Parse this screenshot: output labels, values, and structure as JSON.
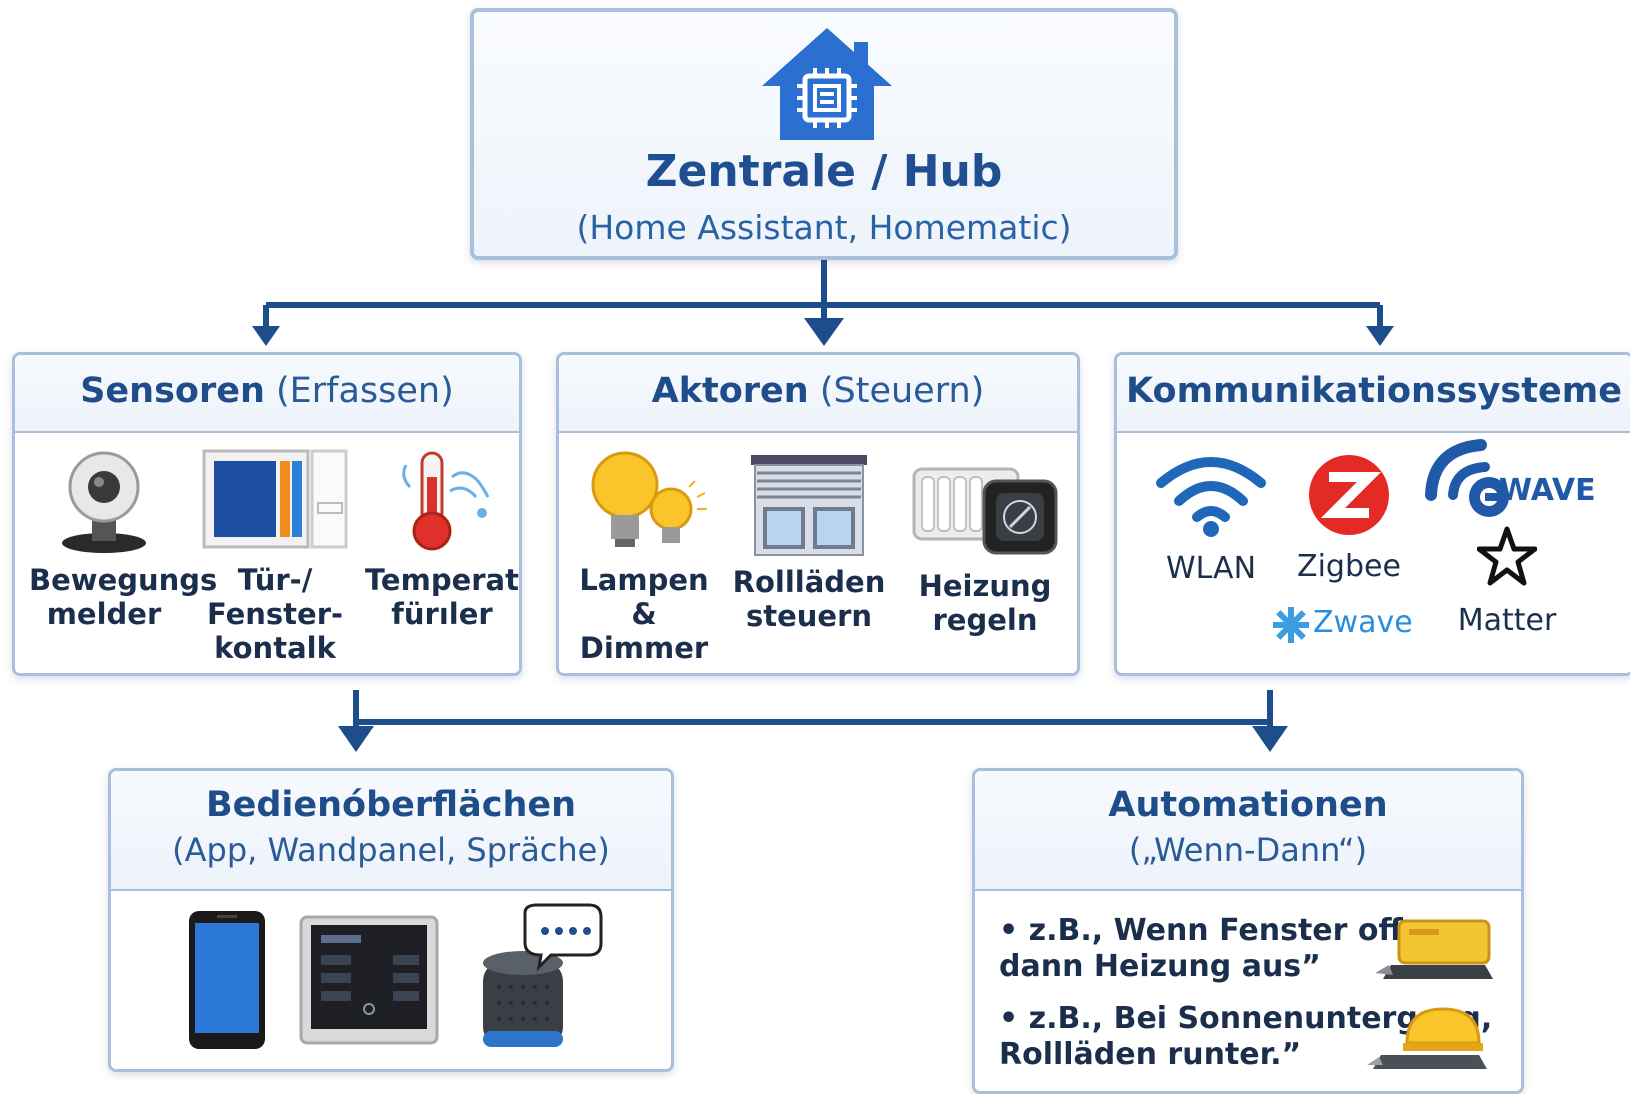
{
  "hub": {
    "title": "Zentrale / Hub",
    "subtitle": "(Home Assistant, Homematic)",
    "icon": "smart-home-chip-icon"
  },
  "sensoren": {
    "title": "Sensoren",
    "subtitle": "(Erfassen)",
    "items": [
      {
        "label": "Bewegungs\nmelder",
        "icon": "motion-sensor-icon"
      },
      {
        "label": "Tür-/\nFenster-\nkontalk",
        "icon": "door-window-contact-icon"
      },
      {
        "label": "Temperatur\nfürıler",
        "icon": "thermometer-icon"
      }
    ]
  },
  "aktoren": {
    "title": "Aktoren",
    "subtitle": "(Steuern)",
    "items": [
      {
        "label": "Lampen\n& Dimmer",
        "icon": "light-bulb-icon"
      },
      {
        "label": "Rollläden\nsteuern",
        "icon": "roller-shutter-icon"
      },
      {
        "label": "Heizung\nregeln",
        "icon": "radiator-thermostat-icon"
      }
    ]
  },
  "komm": {
    "title": "Kommunikationssysteme",
    "items": {
      "wlan": "WLAN",
      "zigbee": "Zigbee",
      "zwave_logo": "WAVE",
      "zwave": "Zwave",
      "matter": "Matter"
    }
  },
  "bedien": {
    "title": "Bedienóberflächen",
    "subtitle": "(App, Wandpanel, Spräche)",
    "icons": [
      "smartphone-icon",
      "wall-panel-icon",
      "smart-speaker-icon"
    ]
  },
  "auto": {
    "title": "Automationen",
    "subtitle": "(„Wenn-Dann“)",
    "lines": [
      "• z.B., Wenn Fenster offen,\n      dann Heizung aus”",
      "• z.B., Bei Sonnenuntergang,\n      Rollläden runter.”"
    ]
  },
  "colors": {
    "primary": "#1f4f90",
    "accent": "#2b6fd0",
    "border": "#a9bfdc",
    "connector": "#1e4d8c"
  }
}
